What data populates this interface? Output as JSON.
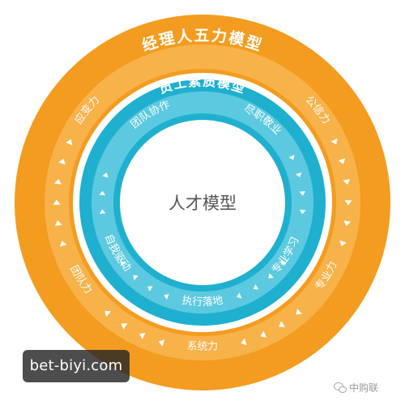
{
  "diagram": {
    "center_label": "人才模型",
    "inner_ring": {
      "title": "员工素质模型",
      "items": [
        "团队协作",
        "尽职敬业",
        "专业学习",
        "执行落地",
        "自我驱动"
      ]
    },
    "outer_ring": {
      "title": "经理人五力模型",
      "items": [
        "应变力",
        "公信力",
        "专业力",
        "系统力",
        "团队力"
      ]
    }
  },
  "colors": {
    "outer": "#f39c1f",
    "outer_band": "#f7b24a",
    "inner": "#1fb0cf",
    "inner_band": "#5cc9e0",
    "background": "#ffffff",
    "text_on_color": "#ffffff",
    "center_text": "#555555"
  },
  "overlay": {
    "url": "bet-biyi.com",
    "watermark": "中购联",
    "watermark_icon": "wechat-icon"
  }
}
